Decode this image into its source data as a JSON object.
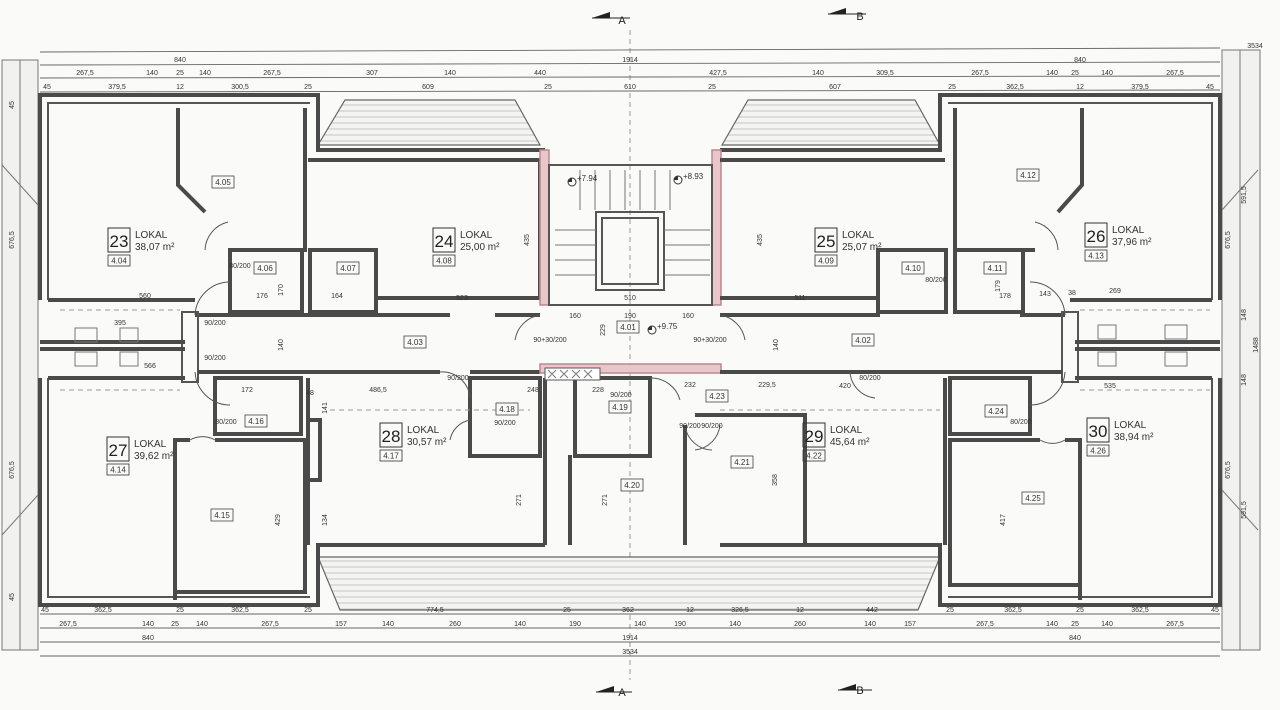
{
  "sections": {
    "top_a": "A",
    "top_b": "B",
    "bottom_a": "A",
    "bottom_b": "B"
  },
  "units": [
    {
      "number": "23",
      "label": "LOKAL",
      "area": "38,07 m²",
      "code": "4.04"
    },
    {
      "number": "24",
      "label": "LOKAL",
      "area": "25,00 m²",
      "code": "4.08"
    },
    {
      "number": "25",
      "label": "LOKAL",
      "area": "25,07 m²",
      "code": "4.09"
    },
    {
      "number": "26",
      "label": "LOKAL",
      "area": "37,96 m²",
      "code": "4.13"
    },
    {
      "number": "27",
      "label": "LOKAL",
      "area": "39,62 m²",
      "code": "4.14"
    },
    {
      "number": "28",
      "label": "LOKAL",
      "area": "30,57 m²",
      "code": "4.17"
    },
    {
      "number": "29",
      "label": "LOKAL",
      "area": "45,64 m²",
      "code": "4.22"
    },
    {
      "number": "30",
      "label": "LOKAL",
      "area": "38,94 m²",
      "code": "4.26"
    }
  ],
  "rooms": [
    "4.05",
    "4.06",
    "4.07",
    "4.12",
    "4.10",
    "4.11",
    "4.03",
    "4.01",
    "4.02",
    "4.16",
    "4.18",
    "4.19",
    "4.23",
    "4.24",
    "4.15",
    "4.21",
    "4.20",
    "4.25"
  ],
  "levels": [
    "+7.94",
    "+8.93",
    "+9.75"
  ],
  "dims": {
    "overall_top": [
      "3534",
      "840",
      "1914",
      "840"
    ],
    "top_row1": [
      "267,5",
      "140",
      "25",
      "140",
      "267,5",
      "307",
      "140",
      "440",
      "427,5",
      "140",
      "309,5",
      "267,5",
      "140",
      "25",
      "140",
      "267,5"
    ],
    "top_row2": [
      "45",
      "379,5",
      "12",
      "300,5",
      "25",
      "609",
      "25",
      "610",
      "25",
      "607",
      "25",
      "362,5",
      "12",
      "379,5",
      "45"
    ],
    "bottom_row1": [
      "45",
      "362,5",
      "25",
      "362,5",
      "25",
      "774,5",
      "25",
      "362",
      "12",
      "326,5",
      "12",
      "442",
      "25",
      "362,5",
      "25",
      "362,5",
      "45"
    ],
    "bottom_row2": [
      "267,5",
      "140",
      "25",
      "140",
      "267,5",
      "157",
      "140",
      "260",
      "140",
      "190",
      "140",
      "190",
      "140",
      "260",
      "140",
      "157",
      "267,5",
      "140",
      "25",
      "140",
      "267,5"
    ],
    "overall_bottom": [
      "840",
      "1914",
      "840",
      "3534"
    ],
    "side": [
      "676,5",
      "676,5",
      "676,5",
      "591,5",
      "676,5",
      "591,5",
      "148",
      "148",
      "1488",
      "45",
      "45"
    ],
    "interior": [
      "560",
      "395",
      "566",
      "523",
      "511",
      "269",
      "535",
      "160",
      "190",
      "160",
      "510",
      "229",
      "140",
      "140",
      "486,5",
      "228",
      "232",
      "229,5",
      "420",
      "435",
      "435",
      "271",
      "271",
      "358",
      "417",
      "429",
      "134",
      "141",
      "172",
      "176",
      "178",
      "164",
      "143",
      "170",
      "179",
      "248",
      "48",
      "38"
    ]
  },
  "doors": [
    "80/200",
    "80/200",
    "90/200",
    "90/200",
    "80/200",
    "80/200",
    "90/200",
    "90/200",
    "90/200",
    "80/200",
    "90/200",
    "90/200",
    "90+30/200",
    "90+30/200"
  ]
}
